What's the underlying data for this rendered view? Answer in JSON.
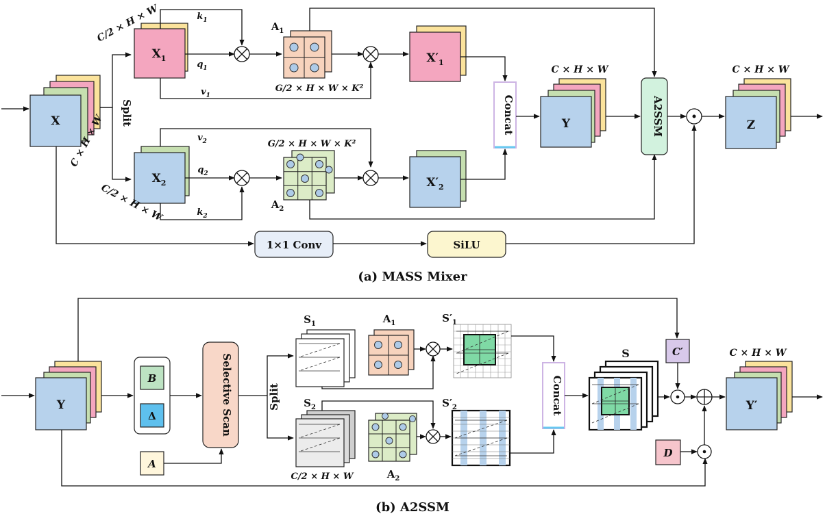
{
  "colors": {
    "pink": "#f4a6bf",
    "green": "#c6dfb0",
    "yellow": "#fbe39c",
    "blue": "#b7d2ec",
    "orange_tile": "#f7d3bd",
    "green_tile": "#dcecc7",
    "circle": "#aecbe8",
    "conv_box": "#e7eef8",
    "silu_box": "#fcf6cf",
    "a2ssm_box": "#d2f2de",
    "selective_scan": "#f8d7c8",
    "c_prime": "#d8c9ea",
    "d_box": "#f6c5cc",
    "b_box": "#bde3c3",
    "delta_box": "#5ec0ee",
    "a_box": "#fff6dc"
  },
  "top": {
    "caption": "(a) MASS Mixer",
    "x_label": "X",
    "x_dim": "C × H × W",
    "split_label": "Split",
    "x1_label": "X",
    "x1_sub": "1",
    "x1_dim": "C/2 × H × W",
    "x2_label": "X",
    "x2_sub": "2",
    "x2_dim": "C/2 × H × W",
    "k1": "k",
    "k1_sub": "1",
    "q1": "q",
    "q1_sub": "1",
    "v1": "v",
    "v1_sub": "1",
    "v2": "v",
    "v2_sub": "2",
    "q2": "q",
    "q2_sub": "2",
    "k2": "k",
    "k2_sub": "2",
    "a1_label": "A",
    "a1_sub": "1",
    "a1_dim": "G/2 × H × W × K²",
    "a2_label": "A",
    "a2_sub": "2",
    "a2_dim": "G/2 × H × W × K²",
    "x1p_label": "X′",
    "x1p_sub": "1",
    "x2p_label": "X′",
    "x2p_sub": "2",
    "concat_label": "Concat",
    "y_label": "Y",
    "y_dim": "C × H × W",
    "a2ssm_label": "A2SSM",
    "z_label": "Z",
    "z_dim": "C × H × W",
    "conv_label": "1×1 Conv",
    "silu_label": "SiLU",
    "odot": "⊙",
    "otimes": "⊗"
  },
  "bottom": {
    "caption": "(b) A2SSM",
    "y_label": "Y",
    "b_label": "B",
    "delta_label": "Δ",
    "a_label": "A",
    "selective_scan_label": "Selective Scan",
    "split_label": "Split",
    "s1_label": "S",
    "s1_sub": "1",
    "s2_label": "S",
    "s2_sub": "2",
    "s_dim": "C/2 × H × W",
    "a1_label": "A",
    "a1_sub": "1",
    "a2_label": "A",
    "a2_sub": "2",
    "s1p_label": "S′",
    "s1p_sub": "1",
    "s2p_label": "S′",
    "s2p_sub": "2",
    "concat_label": "Concat",
    "s_label": "S",
    "c_prime_label": "C′",
    "d_label": "D",
    "yp_label": "Y′",
    "yp_dim": "C × H × W",
    "oplus": "⊕"
  }
}
